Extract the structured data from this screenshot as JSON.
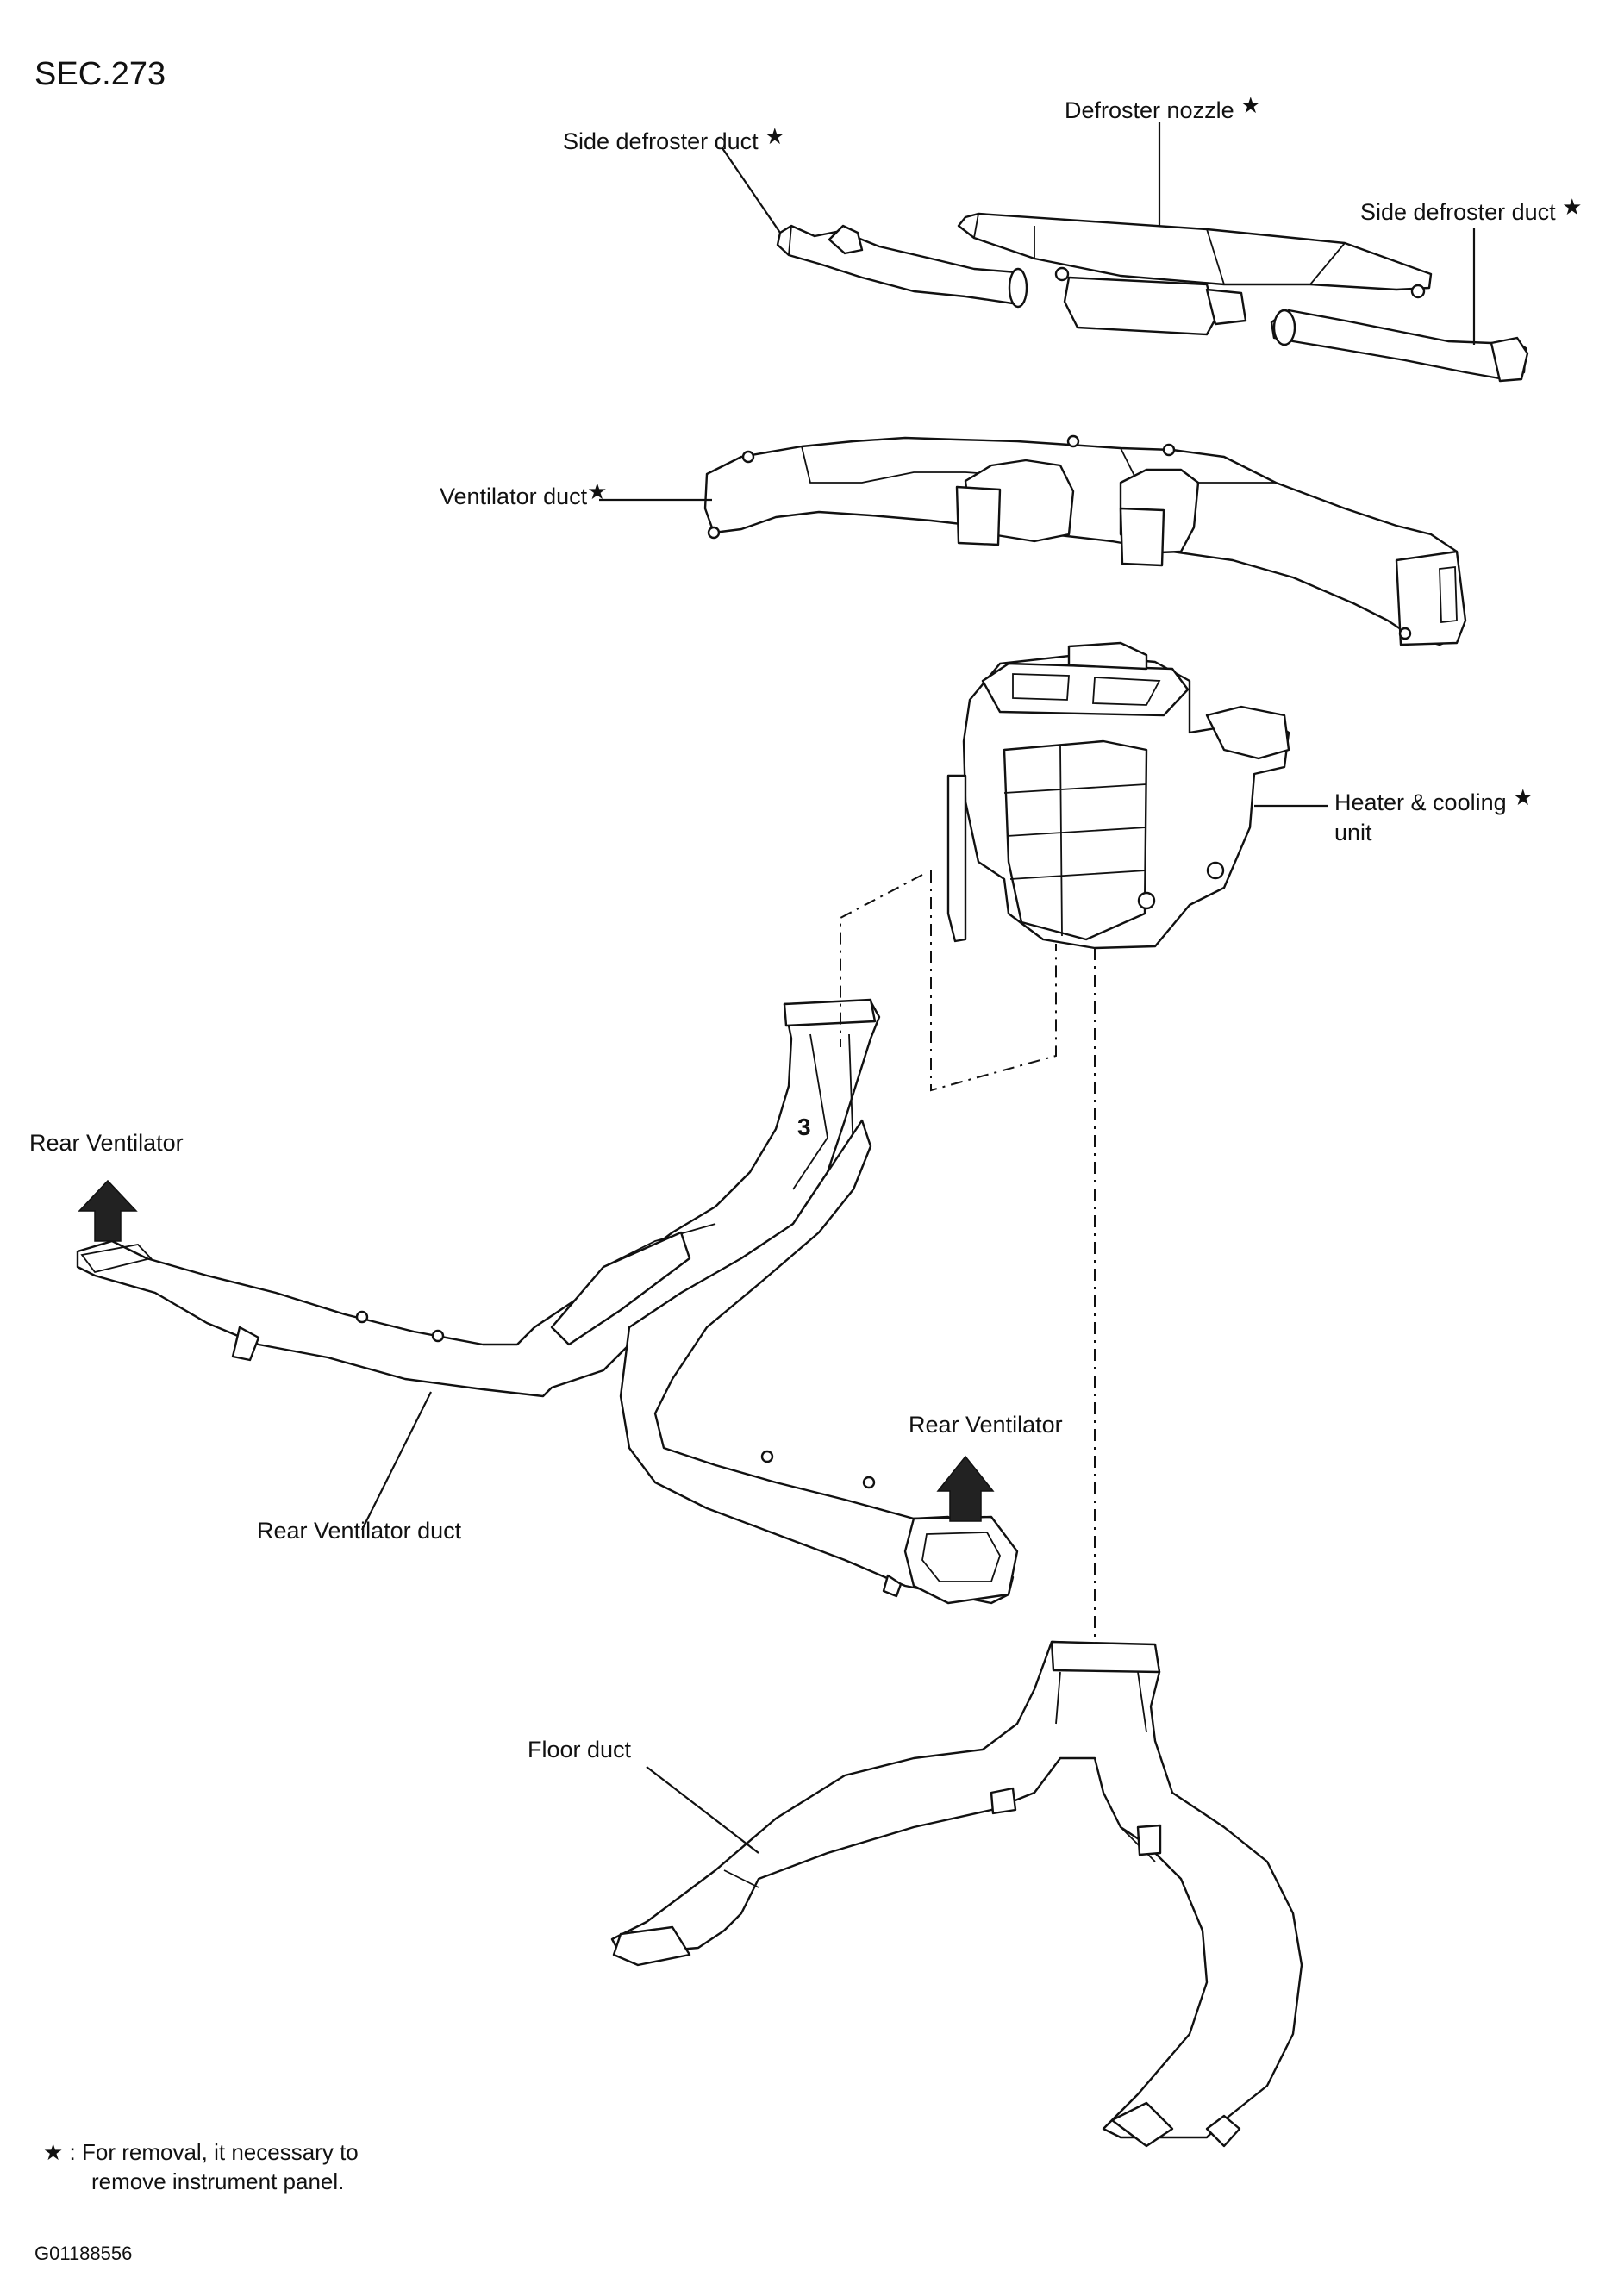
{
  "header": {
    "section": "SEC.273"
  },
  "labels": {
    "defroster_nozzle": "Defroster nozzle",
    "side_defroster_left": "Side defroster duct",
    "side_defroster_right": "Side defroster duct",
    "ventilator_duct": "Ventilator duct",
    "heater_line1": "Heater & cooling",
    "heater_line2": "unit",
    "rear_ventilator_left": "Rear Ventilator",
    "rear_ventilator_right": "Rear Ventilator",
    "rear_ventilator_duct": "Rear Ventilator duct",
    "floor_duct": "Floor duct",
    "part_number_3": "3",
    "star": "★"
  },
  "footnote": {
    "line1": "★ : For removal, it necessary to",
    "line2": "remove instrument panel."
  },
  "figure_id": "G01188556"
}
